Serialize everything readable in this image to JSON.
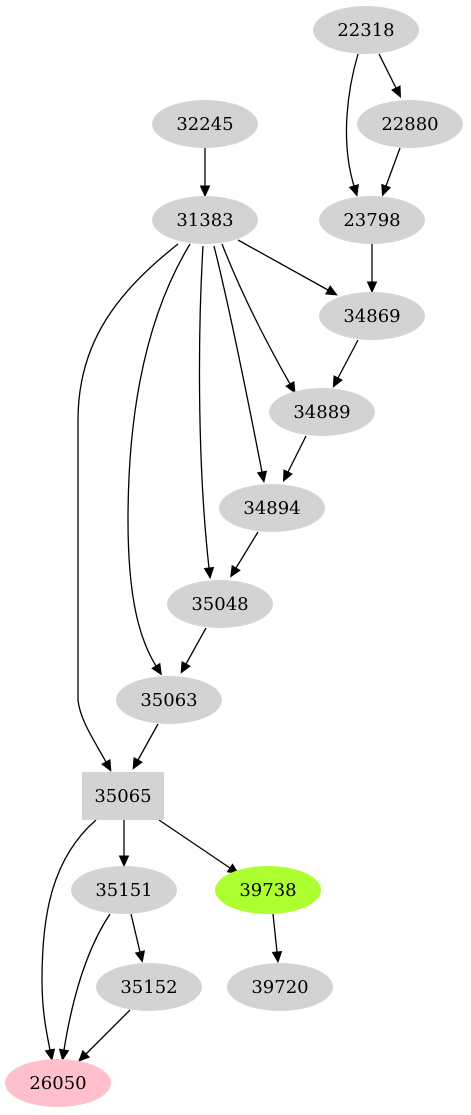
{
  "graph": {
    "colors": {
      "default_fill": "#d3d3d3",
      "edge": "#000000",
      "highlight_green": "#adff2f",
      "highlight_pink": "#ffc0cb"
    },
    "nodes": [
      {
        "id": "22318",
        "label": "22318",
        "shape": "ellipse",
        "fill": "#d3d3d3"
      },
      {
        "id": "22880",
        "label": "22880",
        "shape": "ellipse",
        "fill": "#d3d3d3"
      },
      {
        "id": "32245",
        "label": "32245",
        "shape": "ellipse",
        "fill": "#d3d3d3"
      },
      {
        "id": "31383",
        "label": "31383",
        "shape": "ellipse",
        "fill": "#d3d3d3"
      },
      {
        "id": "23798",
        "label": "23798",
        "shape": "ellipse",
        "fill": "#d3d3d3"
      },
      {
        "id": "34869",
        "label": "34869",
        "shape": "ellipse",
        "fill": "#d3d3d3"
      },
      {
        "id": "34889",
        "label": "34889",
        "shape": "ellipse",
        "fill": "#d3d3d3"
      },
      {
        "id": "34894",
        "label": "34894",
        "shape": "ellipse",
        "fill": "#d3d3d3"
      },
      {
        "id": "35048",
        "label": "35048",
        "shape": "ellipse",
        "fill": "#d3d3d3"
      },
      {
        "id": "35063",
        "label": "35063",
        "shape": "ellipse",
        "fill": "#d3d3d3"
      },
      {
        "id": "35065",
        "label": "35065",
        "shape": "box",
        "fill": "#d3d3d3"
      },
      {
        "id": "35151",
        "label": "35151",
        "shape": "ellipse",
        "fill": "#d3d3d3"
      },
      {
        "id": "39738",
        "label": "39738",
        "shape": "ellipse",
        "fill": "#adff2f"
      },
      {
        "id": "35152",
        "label": "35152",
        "shape": "ellipse",
        "fill": "#d3d3d3"
      },
      {
        "id": "39720",
        "label": "39720",
        "shape": "ellipse",
        "fill": "#d3d3d3"
      },
      {
        "id": "26050",
        "label": "26050",
        "shape": "ellipse",
        "fill": "#ffc0cb"
      }
    ],
    "edges": [
      {
        "from": "22318",
        "to": "22880"
      },
      {
        "from": "22318",
        "to": "23798"
      },
      {
        "from": "22880",
        "to": "23798"
      },
      {
        "from": "32245",
        "to": "31383"
      },
      {
        "from": "23798",
        "to": "34869"
      },
      {
        "from": "31383",
        "to": "34869"
      },
      {
        "from": "31383",
        "to": "34889"
      },
      {
        "from": "34869",
        "to": "34889"
      },
      {
        "from": "31383",
        "to": "34894"
      },
      {
        "from": "34889",
        "to": "34894"
      },
      {
        "from": "31383",
        "to": "35048"
      },
      {
        "from": "34894",
        "to": "35048"
      },
      {
        "from": "31383",
        "to": "35063"
      },
      {
        "from": "35048",
        "to": "35063"
      },
      {
        "from": "31383",
        "to": "35065"
      },
      {
        "from": "35063",
        "to": "35065"
      },
      {
        "from": "35065",
        "to": "35151"
      },
      {
        "from": "35065",
        "to": "39738"
      },
      {
        "from": "35065",
        "to": "26050"
      },
      {
        "from": "35151",
        "to": "35152"
      },
      {
        "from": "35151",
        "to": "26050"
      },
      {
        "from": "39738",
        "to": "39720"
      },
      {
        "from": "35152",
        "to": "26050"
      }
    ]
  }
}
